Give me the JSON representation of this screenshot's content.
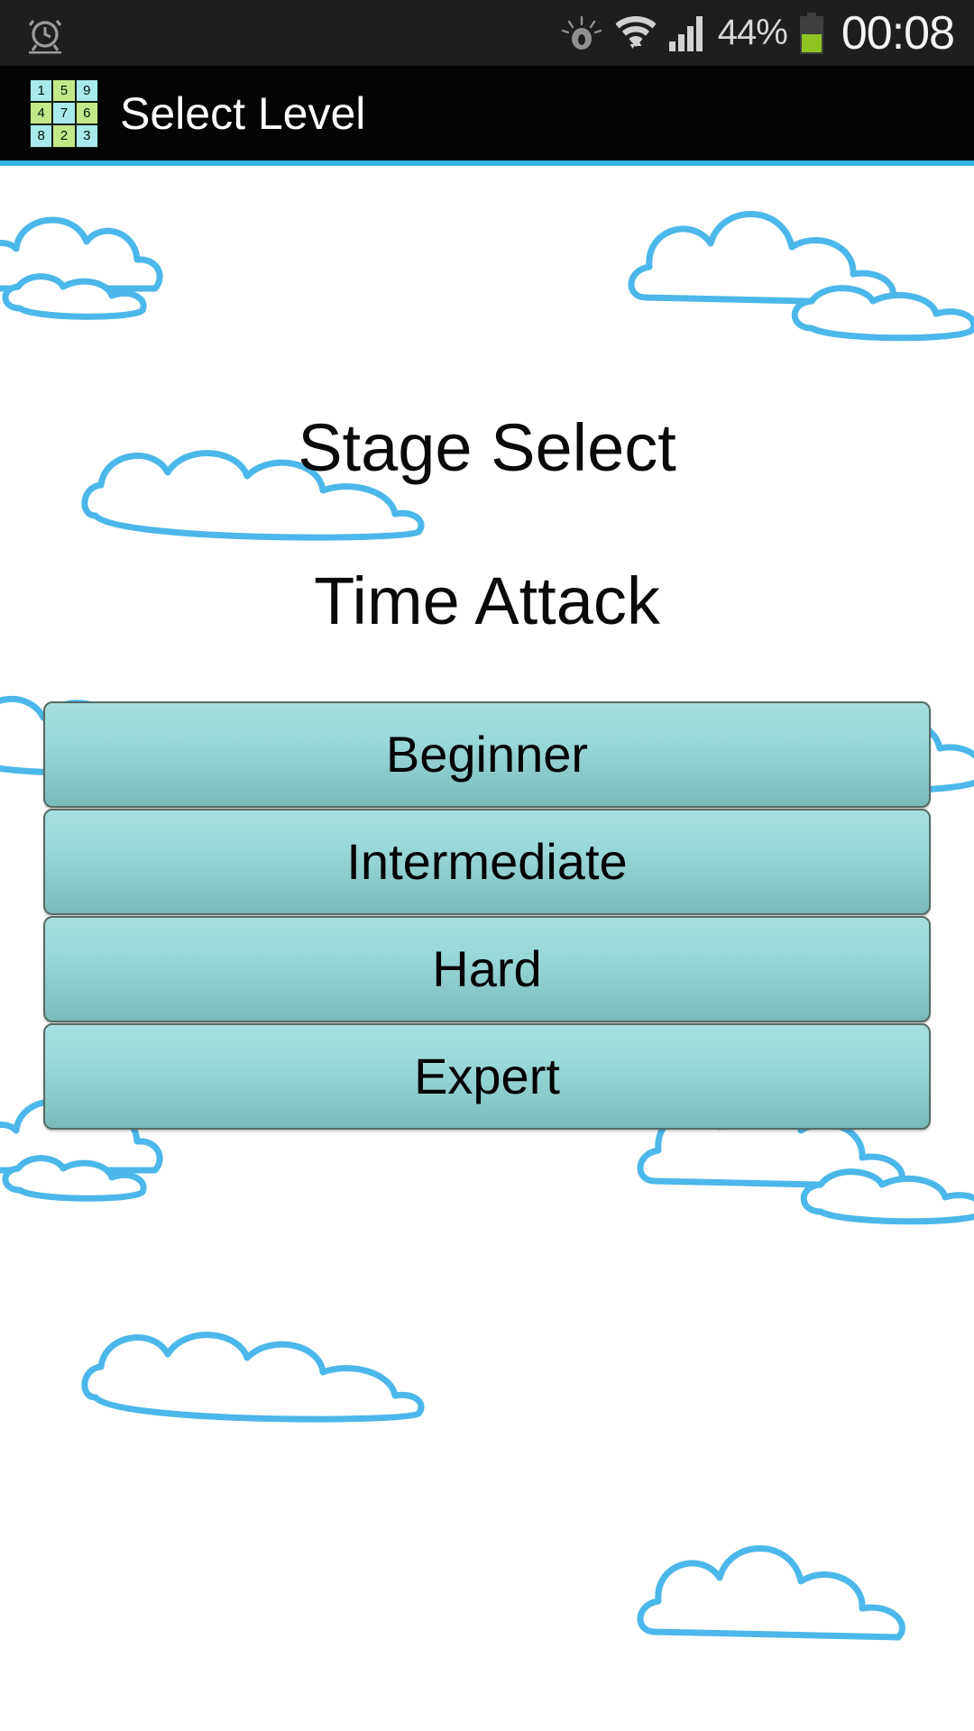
{
  "status_bar": {
    "alarm_icon": "alarm-clock-icon",
    "smart_stay_icon": "eye-icon",
    "wifi_icon": "wifi-icon",
    "signal_icon": "cell-signal-icon",
    "battery_percent": "44%",
    "battery_icon": "battery-icon",
    "clock": "00:08"
  },
  "action_bar": {
    "title": "Select Level",
    "app_icon": "sudoku-grid-icon",
    "accent_color": "#33b5e5",
    "icon_grid": [
      {
        "value": "1",
        "color": "cyan"
      },
      {
        "value": "5",
        "color": "green"
      },
      {
        "value": "9",
        "color": "cyan"
      },
      {
        "value": "4",
        "color": "green"
      },
      {
        "value": "7",
        "color": "cyan"
      },
      {
        "value": "6",
        "color": "green"
      },
      {
        "value": "8",
        "color": "cyan"
      },
      {
        "value": "2",
        "color": "green"
      },
      {
        "value": "3",
        "color": "cyan"
      }
    ]
  },
  "main": {
    "heading": "Stage Select",
    "subheading": "Time Attack",
    "levels": [
      {
        "label": "Beginner"
      },
      {
        "label": "Intermediate"
      },
      {
        "label": "Hard"
      },
      {
        "label": "Expert"
      }
    ]
  },
  "theme": {
    "button_gradient_top": "#a6dedd",
    "button_gradient_bottom": "#79b9b7",
    "button_border": "#556b63",
    "cloud_outline": "#4cb7ea",
    "background": "#ffffff",
    "action_bar_bg": "#040404",
    "status_bar_bg": "#1d1f1e"
  }
}
